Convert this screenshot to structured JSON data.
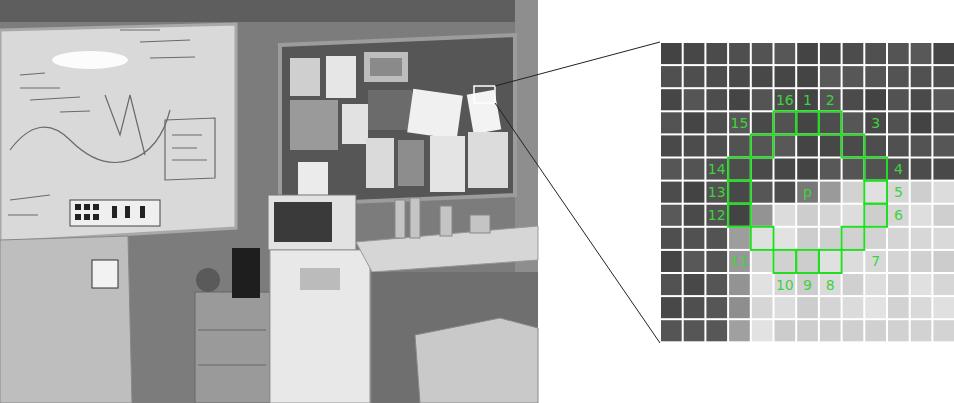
{
  "diagram": {
    "labels": [
      "16",
      "1",
      "2",
      "15",
      "3",
      "14",
      "4",
      "13",
      "p",
      "5",
      "12",
      "6",
      "11",
      "7",
      "10",
      "9",
      "8"
    ]
  }
}
